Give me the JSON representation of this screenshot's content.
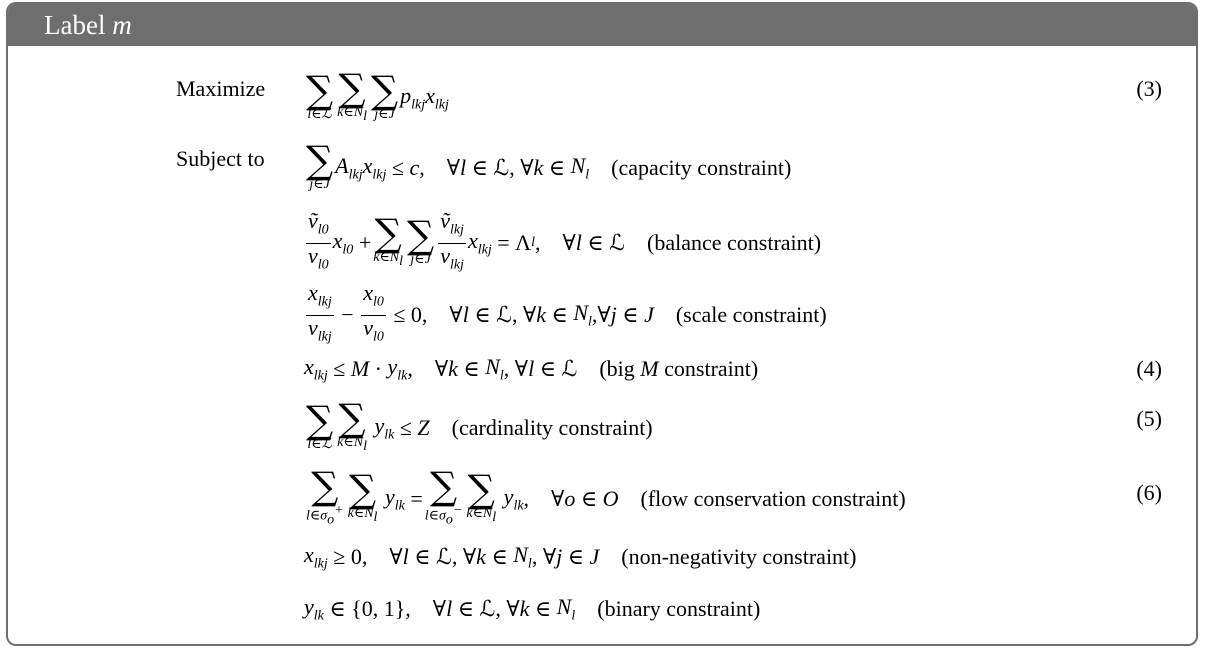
{
  "header": {
    "label": "Label",
    "var": "m"
  },
  "lines": {
    "maximize": "Maximize",
    "subject_to": "Subject to",
    "capacity": "(capacity constraint)",
    "balance": "(balance constraint)",
    "scale": "(scale constraint)",
    "bigm_pre": "(big",
    "bigm_post": "constraint)",
    "cardinality": "(cardinality constraint)",
    "flow": "(flow conservation constraint)",
    "nonneg": "(non-negativity constraint)",
    "binary": "(binary constraint)"
  },
  "eqnums": {
    "e3": "(3)",
    "e4": "(4)",
    "e5": "(5)",
    "e6": "(6)"
  }
}
